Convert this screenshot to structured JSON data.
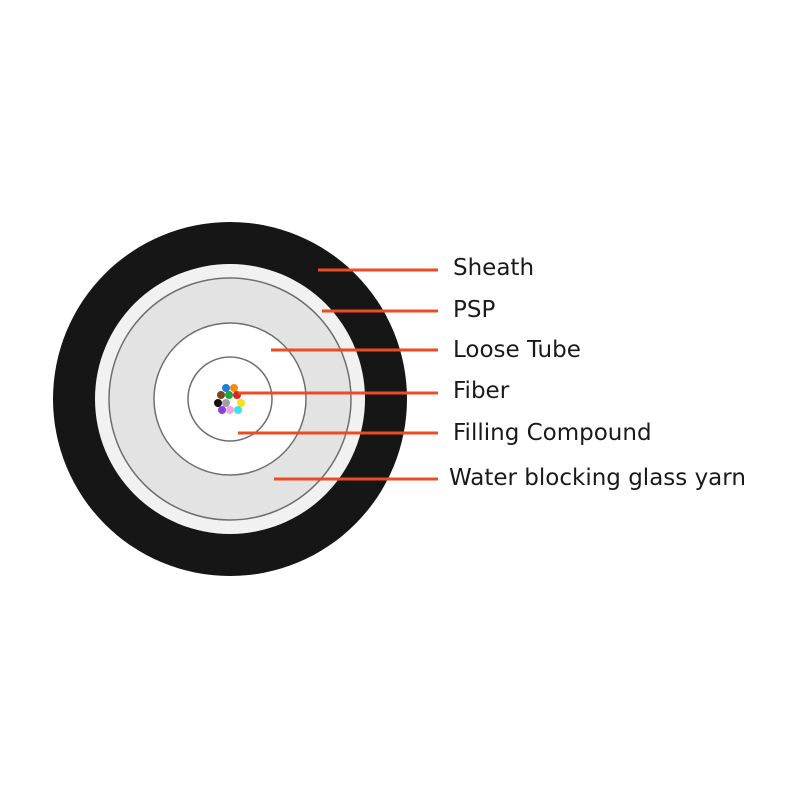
{
  "colors": {
    "sheath": "#161617",
    "psp": "#f1f1f1",
    "yarn": "#e3e3e3",
    "tube": "#ffffff",
    "ring_stroke": "#6f6f6f",
    "leader": "#ee4b25"
  },
  "labels": {
    "sheath": "Sheath",
    "psp": "PSP",
    "loose_tube": "Loose Tube",
    "fiber": "Fiber",
    "filling_compound": "Filling Compound",
    "water_blocking": "Water blocking glass yarn"
  },
  "fibers": [
    {
      "name": "blue-fiber",
      "color": "#1e7fd8"
    },
    {
      "name": "orange-fiber",
      "color": "#f08a1c"
    },
    {
      "name": "brown-fiber",
      "color": "#7a4a22"
    },
    {
      "name": "green-fiber",
      "color": "#23a63a"
    },
    {
      "name": "red-fiber",
      "color": "#e02424"
    },
    {
      "name": "black-fiber",
      "color": "#111111"
    },
    {
      "name": "gray-fiber",
      "color": "#a0a0a0"
    },
    {
      "name": "yellow-fiber",
      "color": "#f7e21a"
    },
    {
      "name": "violet-fiber",
      "color": "#8a3fe0"
    },
    {
      "name": "pink-fiber",
      "color": "#f2a3e8"
    },
    {
      "name": "aqua-fiber",
      "color": "#3ee0f0"
    }
  ]
}
